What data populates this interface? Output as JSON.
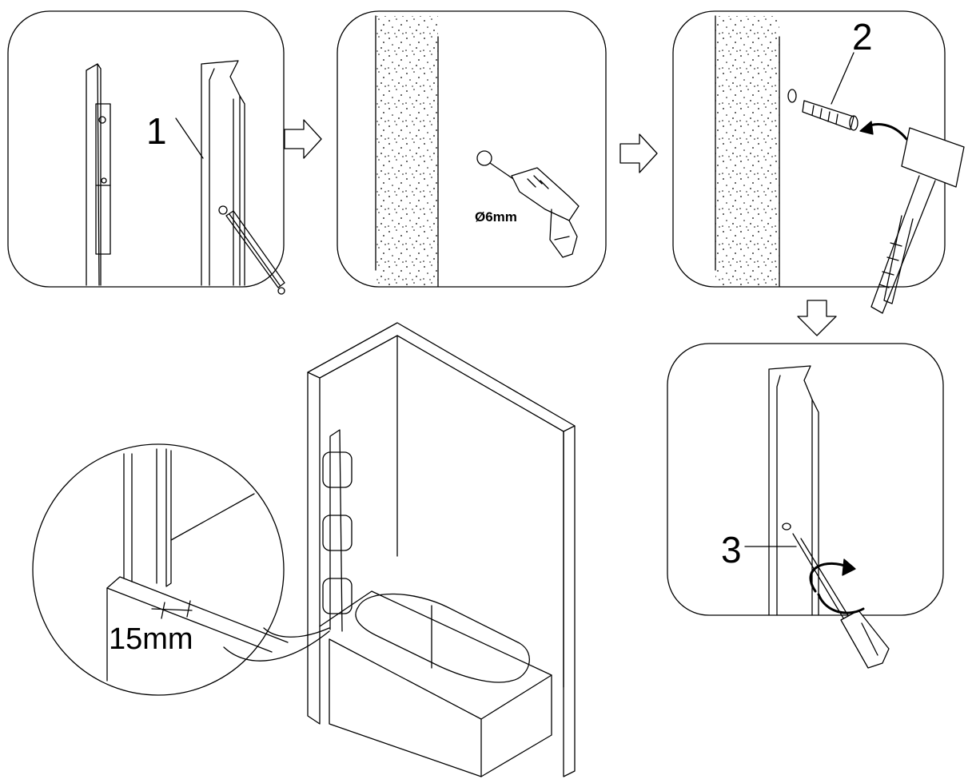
{
  "diagram": {
    "steps": [
      {
        "number": "1"
      },
      {
        "number": "2"
      },
      {
        "number": "3"
      }
    ],
    "drill_bit_label": "Ø6mm",
    "gap_dimension_label": "15mm"
  },
  "colors": {
    "line": "#000000",
    "background": "#ffffff"
  },
  "icons": [
    "spirit-level-icon",
    "pencil-icon",
    "drill-icon",
    "wall-plug-icon",
    "hammer-icon",
    "screwdriver-icon",
    "arrow-right-icon",
    "arrow-down-icon"
  ]
}
